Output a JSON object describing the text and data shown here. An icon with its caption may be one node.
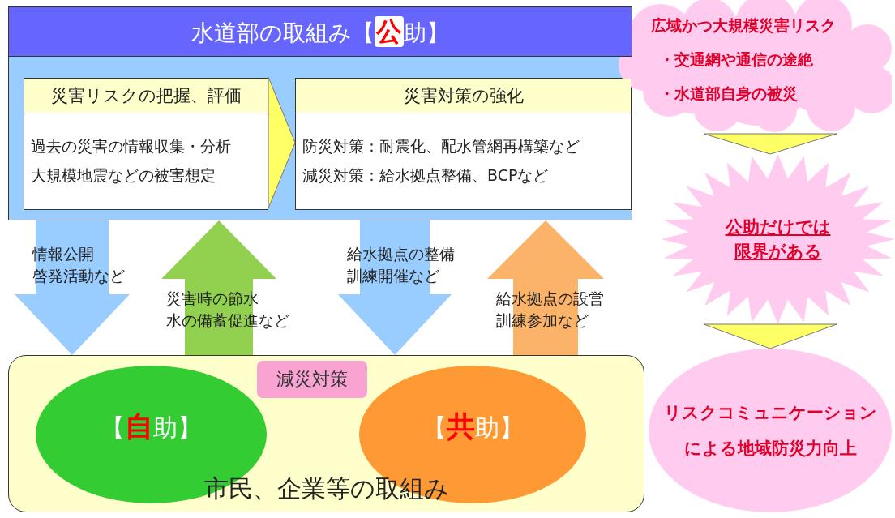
{
  "diagram": {
    "nodes": [
      {
        "text": [
          "水道部の取組み【**公**助】"
        ]
      },
      {
        "text": [
          "災害リスクの把握、評価",
          "過去の災害の情報収集・分析",
          "大規模地震などの被害想定"
        ],
        "in": 0
      },
      {
        "text": [
          "災害対策の強化",
          "防災対策：耐震化、配水管網再構築など",
          "減災対策：給水拠点整備、BCPなど"
        ],
        "in": 0
      },
      {
        "text": [
          "市民、企業等の取組み"
        ]
      },
      {
        "text": [
          "減災対策"
        ],
        "in": 3
      },
      {
        "text": [
          "【**自**助】"
        ],
        "in": 3
      },
      {
        "text": [
          "【**共**助】"
        ],
        "in": 3
      },
      {
        "text": [
          "広域かつ大規模災害リスク",
          "・交通網や通信の途絶",
          "・水道部自身の被災"
        ]
      },
      {
        "text": [
          "公助だけでは限界がある"
        ]
      },
      {
        "text": [
          "リスクコミュニケーションによる地域防災力向上"
        ]
      }
    ],
    "edges": [
      {
        "from": 1,
        "to": 2,
        "arrow": "to"
      },
      {
        "from": 0,
        "to": 3,
        "arrow": "to",
        "label": "情報公開啓発活動など",
        "style": "thick",
        "color": "#99ccff"
      },
      {
        "from": 3,
        "to": 0,
        "arrow": "to",
        "label": "災害時の節水水の備蓄促進など",
        "style": "thick",
        "color": "#92d050"
      },
      {
        "from": 0,
        "to": 3,
        "arrow": "to",
        "label": "給水拠点の整備訓練開催など",
        "style": "thick",
        "color": "#99ccff"
      },
      {
        "from": 3,
        "to": 0,
        "arrow": "to",
        "label": "給水拠点の設営訓練参加など",
        "style": "thick",
        "color": "#fbb36a"
      },
      {
        "from": 7,
        "to": 8,
        "arrow": "to"
      },
      {
        "from": 8,
        "to": 9,
        "arrow": "to"
      }
    ]
  }
}
